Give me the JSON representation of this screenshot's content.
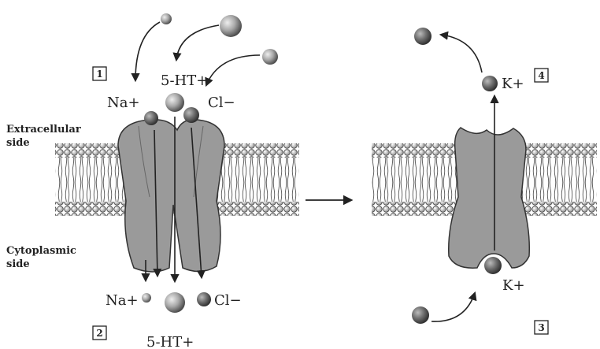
{
  "colors": {
    "background": "#ffffff",
    "protein_fill": "#9a9a9a",
    "protein_stroke": "#333333",
    "membrane_head": "#d8d8d8",
    "tail": "#555555",
    "ion": "#8c8c8c",
    "arrow": "#222222"
  },
  "left_panel": {
    "step_top": "1",
    "step_bottom": "2",
    "extracellular_line1": "Extracellular",
    "extracellular_line2": "side",
    "cytoplasmic_line1": "Cytoplasmic",
    "cytoplasmic_line2": "side",
    "outside_ions": {
      "sodium": "Na+",
      "serotonin": "5-HT+",
      "chloride": "Cl−"
    },
    "inside_ions": {
      "sodium": "Na+",
      "serotonin": "5-HT+",
      "chloride": "Cl−"
    }
  },
  "right_panel": {
    "step_top": "4",
    "step_bottom": "3",
    "potassium_out": "K+",
    "potassium_in": "K+"
  }
}
